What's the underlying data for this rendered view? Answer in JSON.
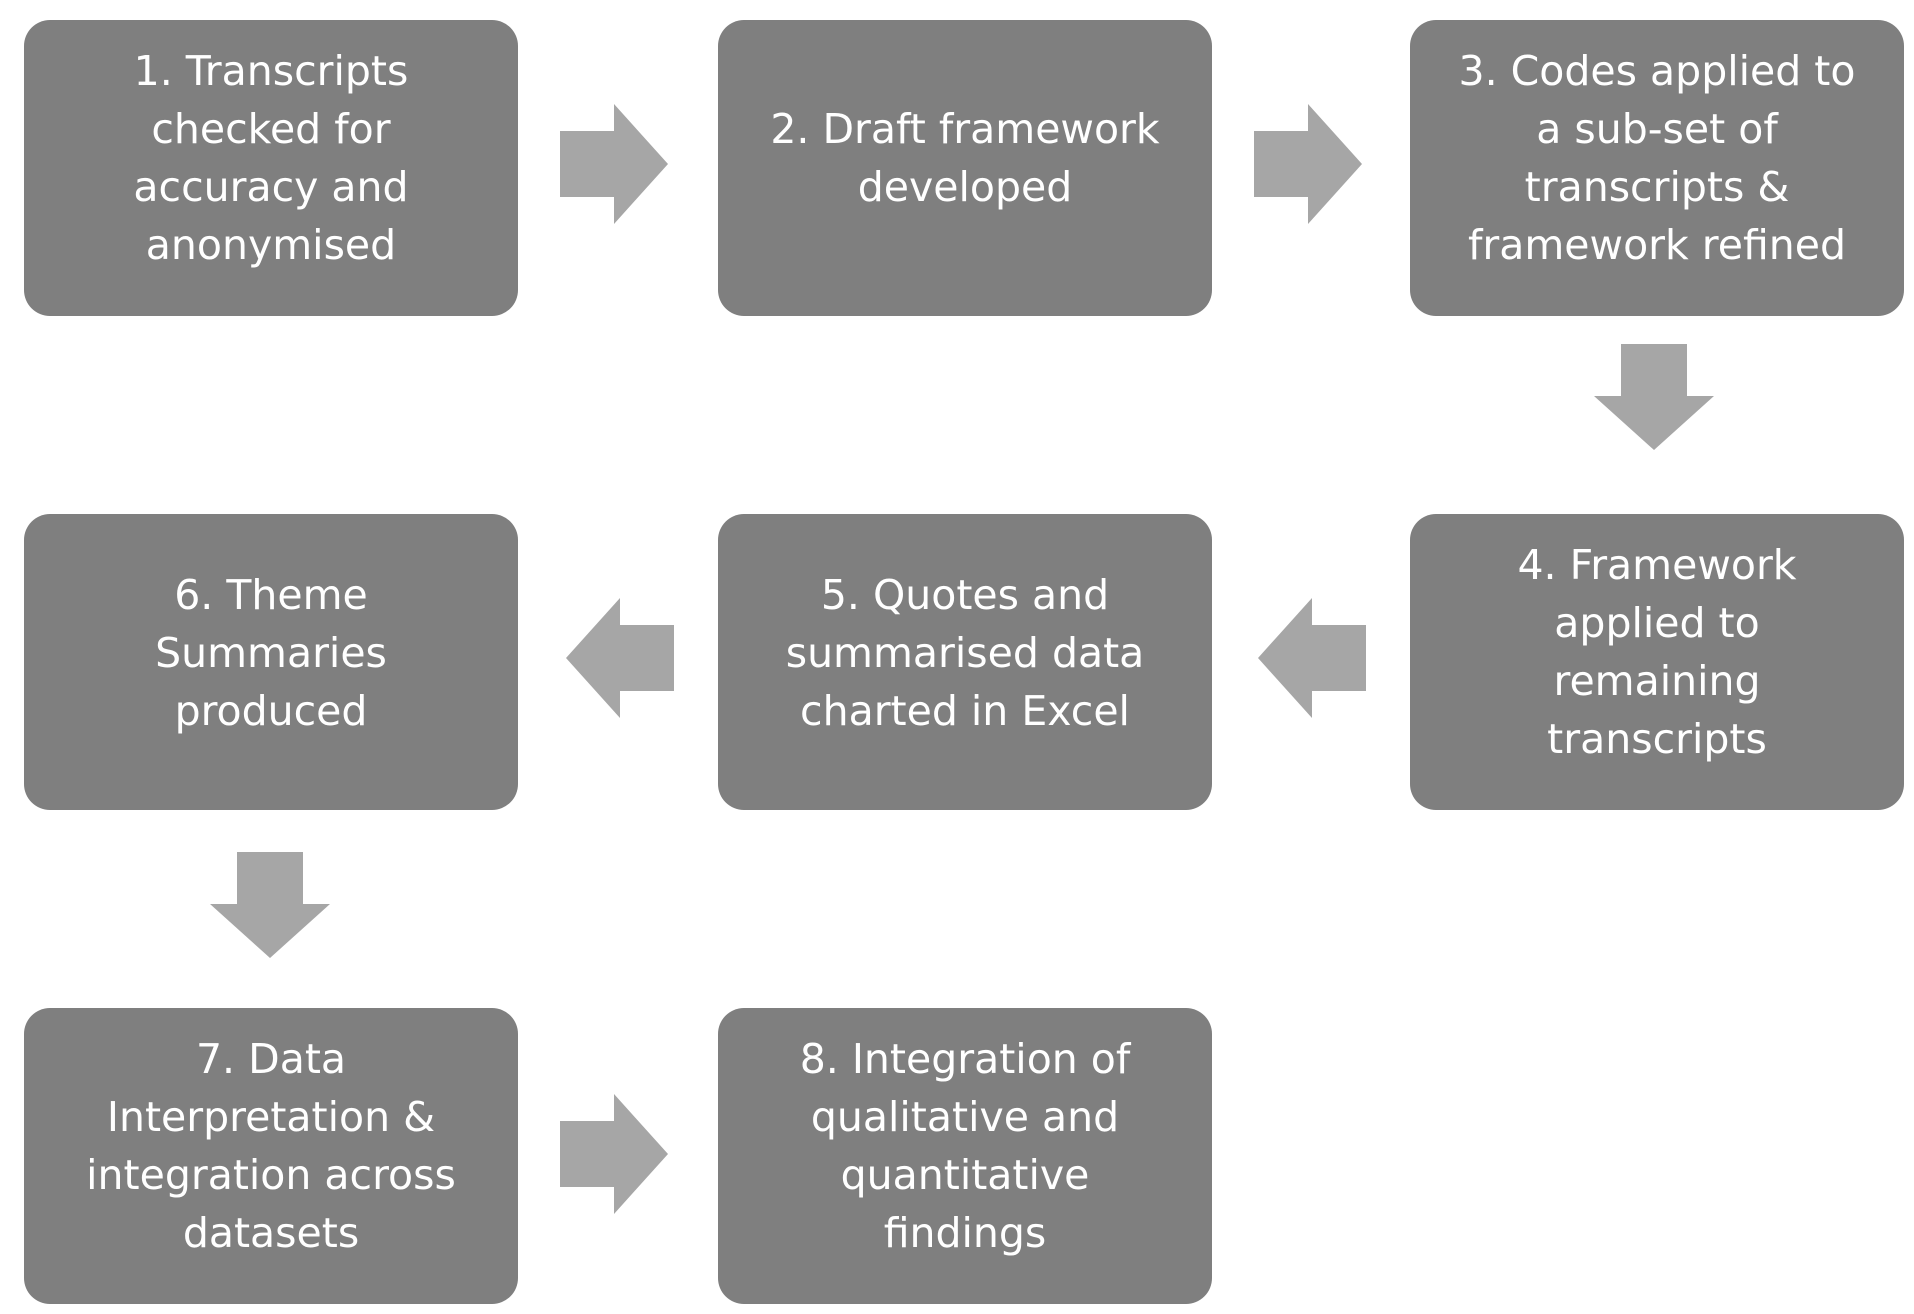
{
  "steps": [
    {
      "id": "1",
      "lines": [
        "1. Transcripts",
        "checked for",
        "accuracy and",
        "anonymised"
      ]
    },
    {
      "id": "2",
      "lines": [
        "2. Draft framework",
        "developed"
      ]
    },
    {
      "id": "3",
      "lines": [
        "3. Codes applied to",
        "a sub-set of",
        "transcripts &",
        "framework refined"
      ]
    },
    {
      "id": "4",
      "lines": [
        "4. Framework",
        "applied to",
        "remaining",
        "transcripts"
      ]
    },
    {
      "id": "5",
      "lines": [
        "5. Quotes and",
        "summarised data",
        "charted in Excel"
      ]
    },
    {
      "id": "6",
      "lines": [
        "6. Theme",
        "Summaries",
        "produced"
      ]
    },
    {
      "id": "7",
      "lines": [
        "7. Data",
        "Interpretation &",
        "integration across",
        "datasets"
      ]
    },
    {
      "id": "8",
      "lines": [
        "8. Integration of",
        "qualitative and",
        "quantitative",
        "findings"
      ]
    }
  ],
  "arrows": [
    {
      "from": "1",
      "to": "2",
      "direction": "right"
    },
    {
      "from": "2",
      "to": "3",
      "direction": "right"
    },
    {
      "from": "3",
      "to": "4",
      "direction": "down"
    },
    {
      "from": "4",
      "to": "5",
      "direction": "left"
    },
    {
      "from": "5",
      "to": "6",
      "direction": "left"
    },
    {
      "from": "6",
      "to": "7",
      "direction": "down"
    },
    {
      "from": "7",
      "to": "8",
      "direction": "right"
    }
  ],
  "colors": {
    "box_fill": "#7f7f7f",
    "box_text": "#ffffff",
    "arrow_fill": "#a6a6a6",
    "background": "#ffffff"
  },
  "icons": {
    "right": "arrow-right-icon",
    "left": "arrow-left-icon",
    "down": "arrow-down-icon"
  }
}
